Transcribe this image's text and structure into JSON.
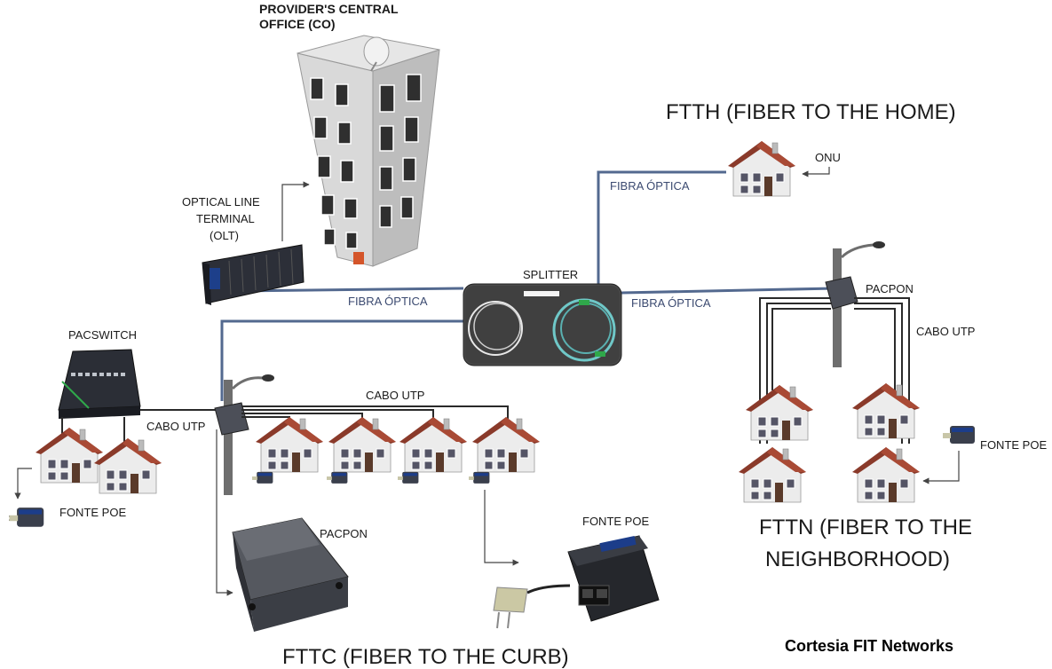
{
  "labels": {
    "central_office": [
      "PROVIDER'S CENTRAL",
      "OFFICE (CO)"
    ],
    "olt": [
      "OPTICAL LINE",
      "TERMINAL",
      "(OLT)"
    ],
    "splitter": "SPLITTER",
    "fiber_1": "FIBRA ÓPTICA",
    "fiber_2": "FIBRA ÓPTICA",
    "fiber_3": "FIBRA ÓPTICA",
    "ftth": "FTTH (FIBER TO THE HOME)",
    "onu": "ONU",
    "pacpon_fttn": "PACPON",
    "cabo_utp_fttn": "CABO UTP",
    "fonte_poe_fttn": "FONTE POE",
    "fttn": [
      "FTTN (FIBER TO THE",
      "NEIGHBORHOOD)"
    ],
    "pacswitch": "PACSWITCH",
    "cabo_utp_left": "CABO UTP",
    "cabo_utp_curb": "CABO UTP",
    "fonte_poe_left": "FONTE POE",
    "pacpon_curb": "PACPON",
    "fonte_poe_curb": "FONTE POE",
    "fttc": "FTTC (FIBER TO THE CURB)",
    "credit": "Cortesia FIT Networks"
  },
  "colors": {
    "fiber": "#53698f",
    "utp": "#2a2a2a",
    "roof": "#8a3a2a",
    "house_wall": "#e8e8e8",
    "building": "#c9c9c9"
  }
}
